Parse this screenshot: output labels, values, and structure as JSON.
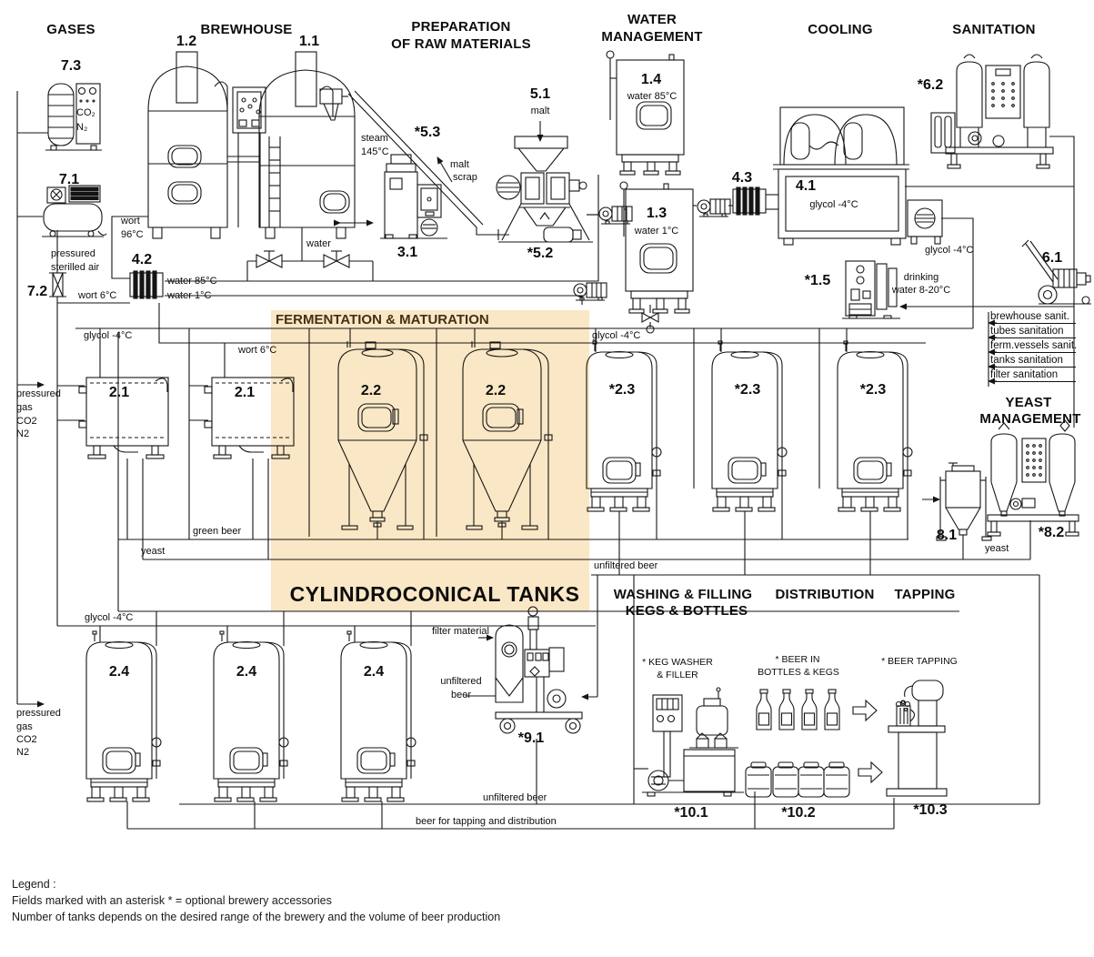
{
  "titles": {
    "gases": "GASES",
    "brewhouse": "BREWHOUSE",
    "preparation_1": "PREPARATION",
    "preparation_2": "OF RAW MATERIALS",
    "water_1": "WATER",
    "water_2": "MANAGEMENT",
    "cooling": "COOLING",
    "sanitation": "SANITATION",
    "fermentation": "FERMENTATION & MATURATION",
    "cylindroconical": "CYLINDROCONICAL TANKS",
    "washing_1": "WASHING & FILLING",
    "washing_2": "KEGS & BOTTLES",
    "distribution": "DISTRIBUTION",
    "tapping": "TAPPING",
    "yeast_1": "YEAST",
    "yeast_2": "MANAGEMENT"
  },
  "equipment": {
    "gas_station": "7.3",
    "air_compressor": "7.1",
    "air_filter": "7.2",
    "whirlpool": "1.2",
    "brew_kettle": "1.1",
    "wort_cooler": "4.2",
    "steam_generator": "3.1",
    "malt_conveyor": "*5.3",
    "malt_hopper": "5.1",
    "malt_mill": "*5.2",
    "hot_water_tank": "1.4",
    "cold_water_tank": "1.3",
    "heat_exchanger": "4.3",
    "glycol_cooler": "4.1",
    "carbonation_unit": "*1.5",
    "cip_station": "*6.2",
    "mobile_cleaning": "6.1",
    "open_fermenter": "2.1",
    "cct": "2.2",
    "maturation_tank": "*2.3",
    "yeast_collector": "8.1",
    "yeast_management": "*8.2",
    "serving_tank": "2.4",
    "beer_filter": "*9.1",
    "keg_washer": "*10.1",
    "beer_packages": "*10.2",
    "beer_tapping": "*10.3"
  },
  "flows": {
    "co2": "CO₂",
    "n2": "N₂",
    "pressured": "pressured",
    "sterilled_air": "sterilled air",
    "wort": "wort",
    "wort_96": "96°C",
    "wort_6": "wort 6°C",
    "water_85": "water 85°C",
    "water_1c": "water 1°C",
    "steam": "steam",
    "steam_145": "145°C",
    "malt": "malt",
    "scrap": "scrap",
    "water": "water",
    "glycol": "glycol -4°C",
    "drinking_1": "drinking",
    "drinking_2": "water 8-20°C",
    "gas_1": "pressured",
    "gas_2": "gas",
    "gas_3": "CO2",
    "gas_4": "N2",
    "green_beer": "green beer",
    "yeast": "yeast",
    "unfiltered_beer": "unfiltered beer",
    "unfiltered_1": "unfiltered",
    "unfiltered_2": "beer",
    "filter_material": "filter material",
    "beer_tapping_line": "beer for tapping and distribution"
  },
  "sanitation_list": {
    "line1": "brewhouse sanit.",
    "line2": "tubes sanitation",
    "line3": "ferm.vessels sanit.",
    "line4": "tanks sanitation",
    "line5": "filter sanitation"
  },
  "captions": {
    "keg_washer_1": "* KEG WASHER",
    "keg_washer_2": "& FILLER",
    "bottles_1": "* BEER IN",
    "bottles_2": "BOTTLES & KEGS",
    "beer_tapping": "* BEER TAPPING"
  },
  "legend": {
    "title": "Legend :",
    "line1": "Fields marked with an asterisk * = optional brewery accessories",
    "line2": "Number of tanks depends on the desired range of the brewery and the volume of beer production"
  },
  "colors": {
    "highlight_bg": "#FAE7C5",
    "highlight_text": "#443016",
    "line": "#151515"
  }
}
